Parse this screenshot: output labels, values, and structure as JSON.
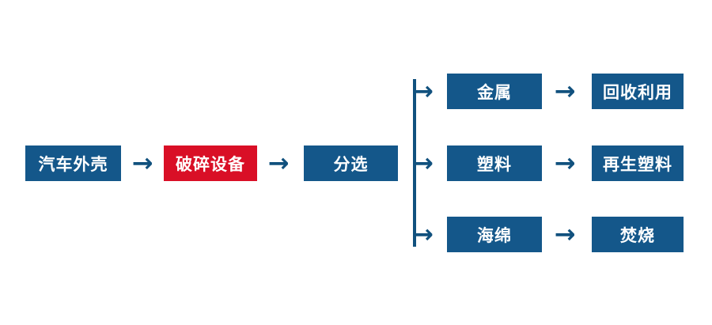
{
  "colors": {
    "background": "#FFFFFF",
    "node_blue": "#14578A",
    "node_red": "#D90F26",
    "connector_blue": "#11517E",
    "node_text": "#FFFFFF"
  },
  "icons": {
    "arrow_right": "→"
  },
  "flowchart": {
    "main_flow": [
      {
        "label": "汽车外壳",
        "style": "blue"
      },
      {
        "label": "破碎设备",
        "style": "red"
      },
      {
        "label": "分选",
        "style": "blue"
      }
    ],
    "branches": [
      {
        "material": "金属",
        "outcome": "回收利用"
      },
      {
        "material": "塑料",
        "outcome": "再生塑料"
      },
      {
        "material": "海绵",
        "outcome": "焚烧"
      }
    ]
  }
}
